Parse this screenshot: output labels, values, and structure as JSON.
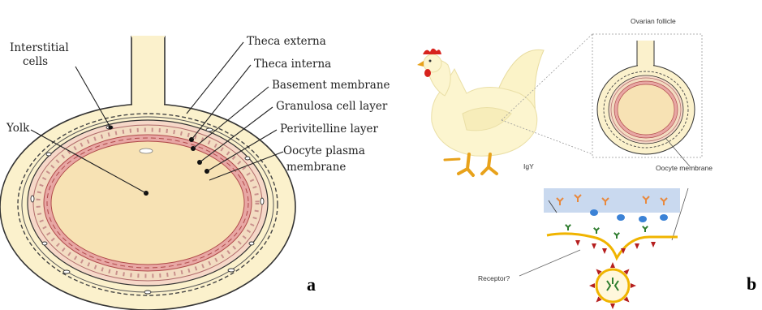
{
  "panel_a": {
    "letter": "a",
    "labels": {
      "theca_externa": "Theca externa",
      "interstitial_line1": "Interstitial",
      "interstitial_line2": "cells",
      "theca_interna": "Theca interna",
      "basement_membrane": "Basement membrane",
      "yolk": "Yolk",
      "granulosa": "Granulosa cell layer",
      "perivitelline": "Perivitelline layer",
      "oocyte_plasma_line1": "Oocyte plasma",
      "oocyte_plasma_line2": "membrane"
    }
  },
  "panel_b": {
    "letter": "b",
    "labels": {
      "ovarian_follicle": "Ovarian follicle",
      "igy": "IgY",
      "oocyte_membrane": "Oocyte membrane",
      "receptor": "Receptor?"
    }
  },
  "colors": {
    "follicle_fill": "#fbf1cc",
    "yolk_fill": "#f7e2b4",
    "granulosa": "#d9a7a4",
    "granulosa_inner": "#f3dcc2",
    "antibody_orange": "#e9893c",
    "antibody_green": "#2f7d2f",
    "dot_blue": "#3b82d6",
    "membrane_yellow": "#f0b400",
    "receptor_red": "#b51f1f",
    "band_blue": "#c9d9ef"
  }
}
